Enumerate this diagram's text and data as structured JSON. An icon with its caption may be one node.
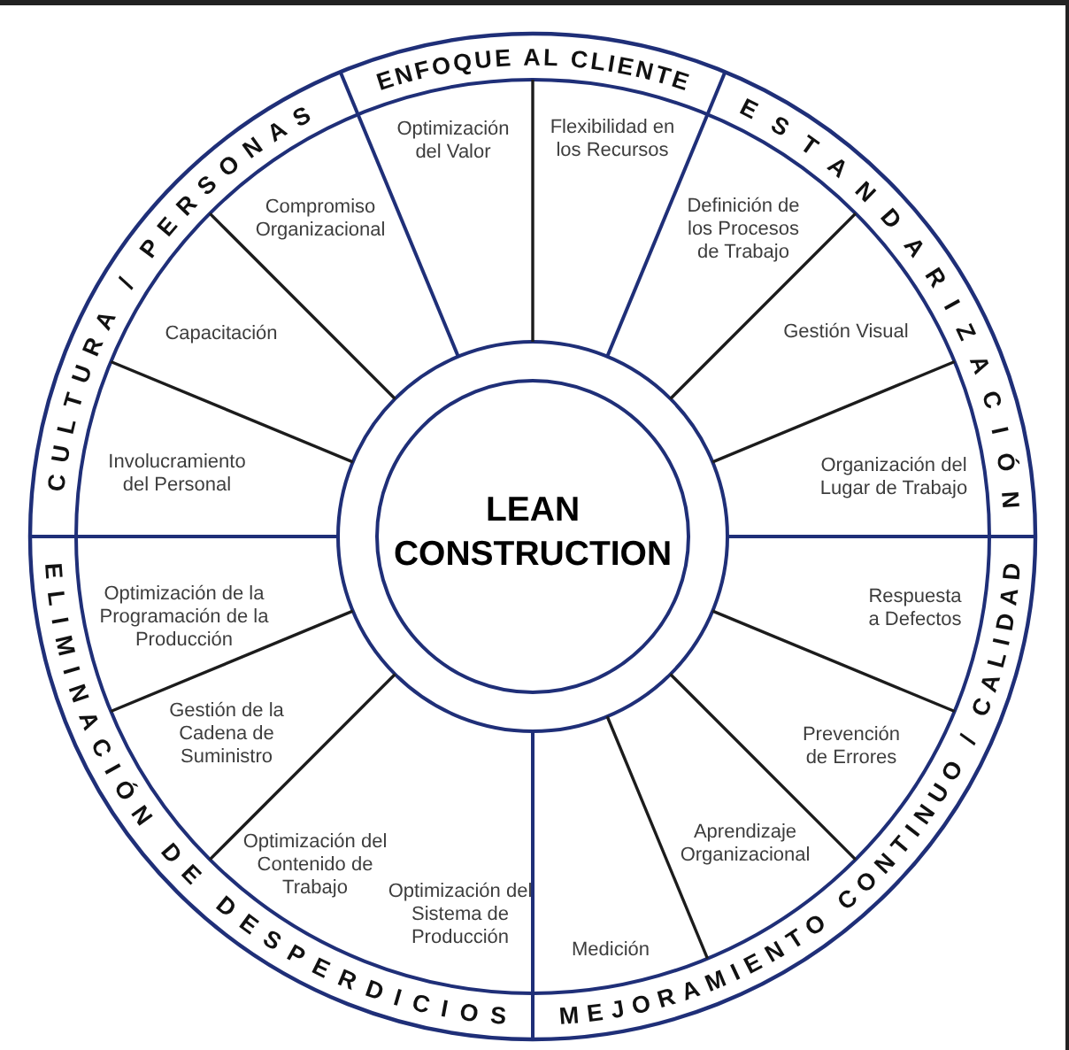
{
  "diagram": {
    "nodes": [
      {
        "text": [
          "LEAN CONSTRUCTION"
        ]
      },
      {
        "text": [
          "CULTURA / PERSONAS"
        ]
      },
      {
        "text": [
          "ENFOQUE AL CLIENTE"
        ]
      },
      {
        "text": [
          "ESTANDARIZACIÓN"
        ]
      },
      {
        "text": [
          "MEJORAMIENTO CONTINUO / CALIDAD"
        ]
      },
      {
        "text": [
          "ELIMINACIÓN DE DESPERDICIOS"
        ]
      },
      {
        "text": [
          "Optimización del Valor"
        ]
      },
      {
        "text": [
          "Flexibilidad en los Recursos"
        ]
      },
      {
        "text": [
          "Definición de los Procesos de Trabajo"
        ]
      },
      {
        "text": [
          "Gestión Visual"
        ]
      },
      {
        "text": [
          "Organización del Lugar de Trabajo"
        ]
      },
      {
        "text": [
          "Respuesta a Defectos"
        ]
      },
      {
        "text": [
          "Prevención de Errores"
        ]
      },
      {
        "text": [
          "Aprendizaje Organizacional"
        ]
      },
      {
        "text": [
          "Medición"
        ]
      },
      {
        "text": [
          "Optimización del Sistema de Producción"
        ]
      },
      {
        "text": [
          "Optimización del Contenido de Trabajo"
        ]
      },
      {
        "text": [
          "Gestión de la Cadena de Suministro"
        ]
      },
      {
        "text": [
          "Optimización de la Programación de la Producción"
        ]
      },
      {
        "text": [
          "Involucramiento del Personal"
        ]
      },
      {
        "text": [
          "Capacitación"
        ]
      },
      {
        "text": [
          "Compromiso Organizacional"
        ]
      }
    ]
  }
}
